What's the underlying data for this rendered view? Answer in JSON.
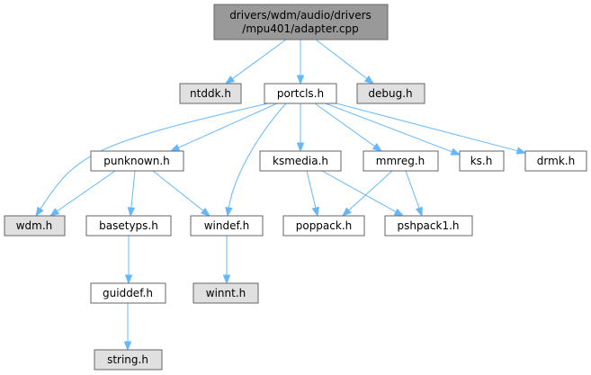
{
  "colors": {
    "edge": "#63b8ff",
    "root_fill": "#999999",
    "node_fill": "#ffffff",
    "external_fill": "#e0e0e0",
    "border": "#666666"
  },
  "nodes": {
    "root": {
      "line1": "drivers/wdm/audio/drivers",
      "line2": "/mpu401/adapter.cpp"
    },
    "ntddk": "ntddk.h",
    "portcls": "portcls.h",
    "debug": "debug.h",
    "punknown": "punknown.h",
    "ksmedia": "ksmedia.h",
    "mmreg": "mmreg.h",
    "ks": "ks.h",
    "drmk": "drmk.h",
    "wdm": "wdm.h",
    "basetyps": "basetyps.h",
    "windef": "windef.h",
    "poppack": "poppack.h",
    "pshpack1": "pshpack1.h",
    "guiddef": "guiddef.h",
    "winnt": "winnt.h",
    "string": "string.h"
  },
  "edges": [
    [
      "root",
      "ntddk"
    ],
    [
      "root",
      "portcls"
    ],
    [
      "root",
      "debug"
    ],
    [
      "portcls",
      "wdm"
    ],
    [
      "portcls",
      "punknown"
    ],
    [
      "portcls",
      "windef"
    ],
    [
      "portcls",
      "ksmedia"
    ],
    [
      "portcls",
      "mmreg"
    ],
    [
      "portcls",
      "ks"
    ],
    [
      "portcls",
      "drmk"
    ],
    [
      "punknown",
      "wdm"
    ],
    [
      "punknown",
      "basetyps"
    ],
    [
      "punknown",
      "windef"
    ],
    [
      "ksmedia",
      "poppack"
    ],
    [
      "ksmedia",
      "pshpack1"
    ],
    [
      "mmreg",
      "poppack"
    ],
    [
      "mmreg",
      "pshpack1"
    ],
    [
      "basetyps",
      "guiddef"
    ],
    [
      "windef",
      "winnt"
    ],
    [
      "guiddef",
      "string"
    ]
  ]
}
